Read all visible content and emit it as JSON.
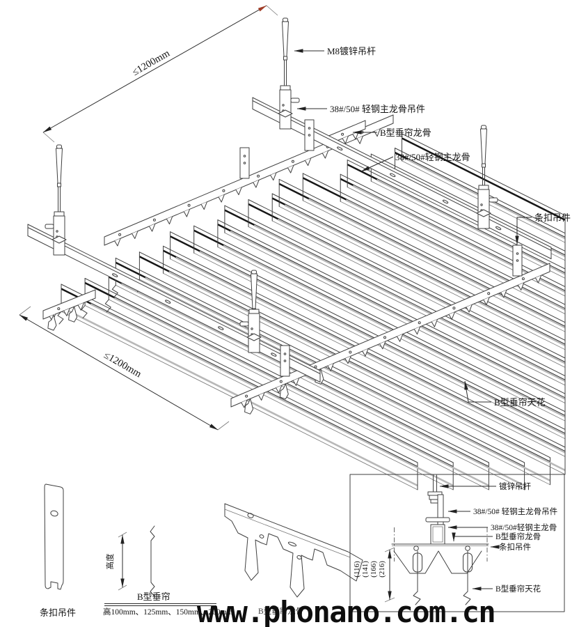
{
  "page": {
    "background": "#ffffff"
  },
  "main_diagram": {
    "labels": {
      "hanger_rod": "M8镀锌吊杆",
      "keel_hanger": "38#/50# 轻钢主龙骨吊件",
      "curtain_keel": "B型垂帘龙骨",
      "main_keel": "38#/50#轻钢主龙骨",
      "strip_clip": "条扣吊件",
      "curtain_ceiling": "B型垂帘天花"
    },
    "dim_top": "≤1200mm",
    "dim_bottom": "≤1200mm"
  },
  "details": {
    "clip_plate_label": "条扣吊件",
    "baffle_height_label": "高度",
    "baffle_profile_label": "B型垂帘",
    "baffle_sizes": "高100mm、125mm、150mm、200mm",
    "carrier_bracket_label": "B型垂帘龙骨",
    "section": {
      "labels": {
        "rod": "镀锌吊杆",
        "keel_hanger": "38#/50# 轻钢主龙骨吊件",
        "main_keel": "38#/50#轻钢主龙骨",
        "curtain_keel": "B型垂帘龙骨",
        "strip_clip": "条扣吊件",
        "ceiling": "B型垂帘天花"
      },
      "heights": [
        "(116)",
        "(141)",
        "(166)",
        "(216)"
      ]
    }
  },
  "watermark": "www.phonano.com.cn",
  "colors": {
    "line": "#3f3f3f",
    "dark_edge": "#171717",
    "flange_gray": "#b8b8b8",
    "red_arrow": "#a03c26"
  }
}
